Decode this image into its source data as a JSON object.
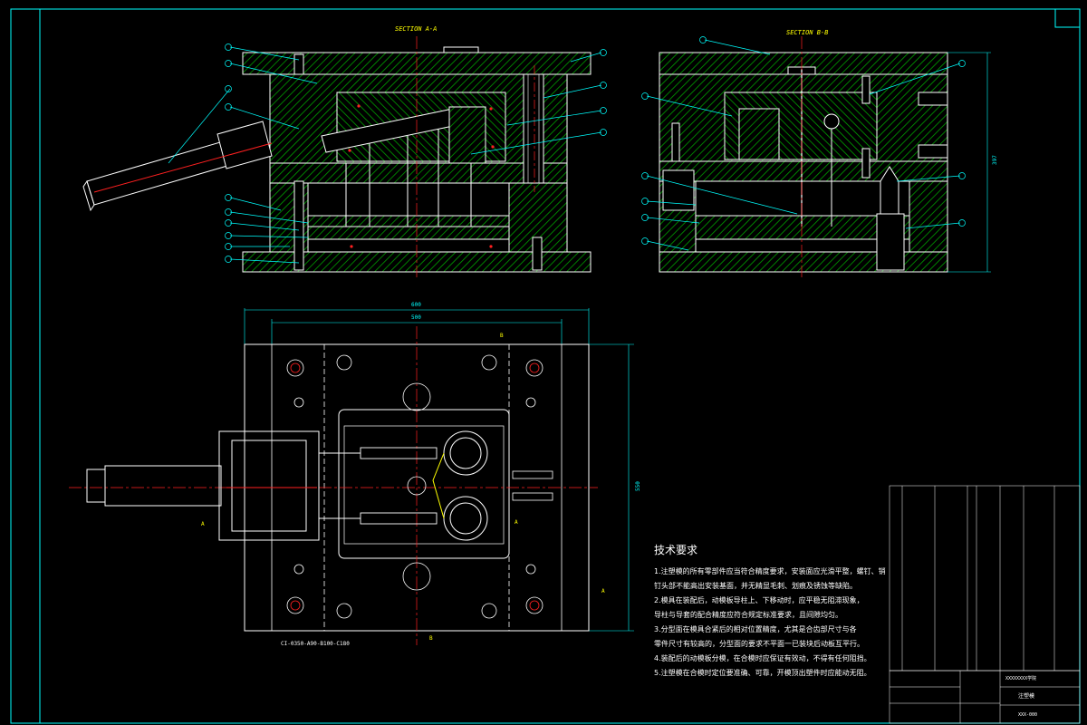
{
  "colors": {
    "background": "#000000",
    "border": "#00ffff",
    "hatch": "#00a000",
    "outline": "#ffffff",
    "centerline": "#ff2020",
    "dimension": "#00ffff",
    "label": "#ffff00",
    "part_green": "#00ff66"
  },
  "views": {
    "section_a": {
      "title": "SECTION A-A"
    },
    "section_b": {
      "title": "SECTION B-B"
    }
  },
  "dimensions": {
    "overall_width": "600",
    "inner_width": "500",
    "height_plan": "550",
    "height_section_b": "397"
  },
  "section_markers": {
    "b_top": "B",
    "b_bottom": "B",
    "a_left": "A",
    "a_right": "A",
    "a_mid": "A"
  },
  "mold_code": "CI-0350-A90-B100-C180",
  "tech_requirements": {
    "title": "技术要求",
    "items": [
      "1.注塑模的所有零部件应当符合精度要求，安装面应光滑平整，螺钉、销",
      "  钉头部不能高出安装基面，并无精显毛刺、划痕及锈蚀等缺陷。",
      "2.模具在装配后，动模板导柱上、下移动时，应平稳无阻滞现象，",
      "  导柱与导套的配合精度应符合规定标准要求，且间隙均匀。",
      "3.分型面在模具合紧后的相对位置精度，尤其是合齿部尺寸与各",
      "  零件尺寸有较高的，分型面的要求不平面一已装块后动板互平行。",
      "4.装配后的动模板分模，在合模时应保证有效动，不得有任何阻挡。",
      "5.注塑模在合模时定位要准确、可靠，开模顶出塑件时应能动无阻。"
    ]
  },
  "title_block": {
    "drawing_name": "注塑模",
    "company": "XXXXXXXX学院",
    "drawing_no": "XXX-000"
  }
}
